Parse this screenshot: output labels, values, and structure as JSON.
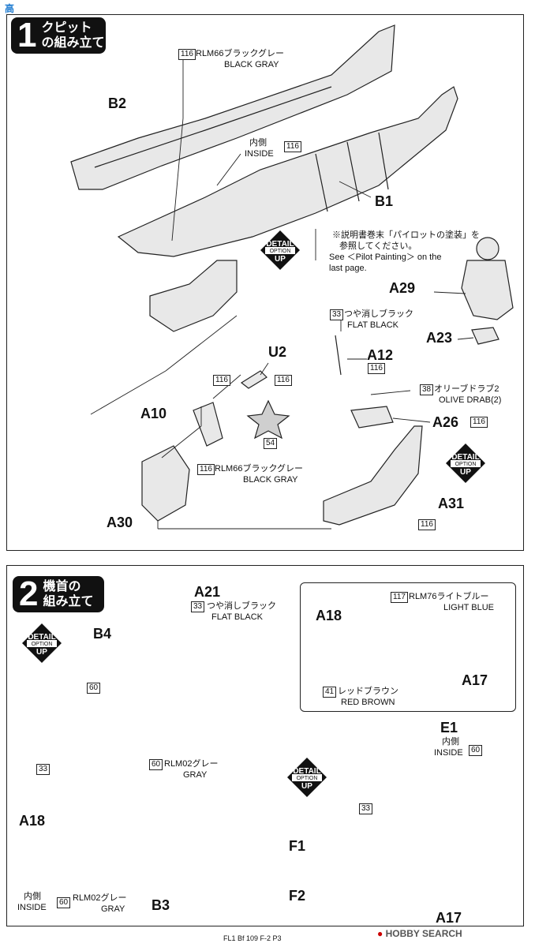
{
  "watermark_top": "高",
  "step1": {
    "number": "1",
    "title_line1": "クピット",
    "title_line2": "の組み立て",
    "parts": {
      "b2": "B2",
      "b1": "B1",
      "u2": "U2",
      "a10": "A10",
      "a30": "A30",
      "a29": "A29",
      "a23": "A23",
      "a12": "A12",
      "a26": "A26",
      "a31": "A31"
    },
    "codes": {
      "c116": "116",
      "c33": "33",
      "c38": "38",
      "c54": "54"
    },
    "rlm66_jp": "RLM66ブラックグレー",
    "black_gray": "BLACK GRAY",
    "inside_jp": "内側",
    "inside_en": "INSIDE",
    "pilot_note_jp1": "※説明書巻末「パイロットの塗装」を",
    "pilot_note_jp2": "参照してください。",
    "pilot_note_en1": "See ＜Pilot Painting＞ on the",
    "pilot_note_en2": "last page.",
    "flat_black_jp": "つや消しブラック",
    "flat_black_en": "FLAT BLACK",
    "olive_jp": "オリーブドラブ2",
    "olive_en": "OLIVE DRAB(2)"
  },
  "step2": {
    "number": "2",
    "title_line1": "機首の",
    "title_line2": "組み立て",
    "parts": {
      "a21": "A21",
      "b4": "B4",
      "a18": "A18",
      "a17": "A17",
      "e1": "E1",
      "f1": "F1",
      "f2": "F2",
      "b3": "B3"
    },
    "codes": {
      "c33": "33",
      "c60": "60",
      "c117": "117",
      "c41": "41"
    },
    "flat_black_jp": "つや消しブラック",
    "flat_black_en": "FLAT BLACK",
    "rlm02_jp": "RLM02グレー",
    "gray": "GRAY",
    "rlm76_jp": "RLM76ライトブルー",
    "light_blue": "LIGHT BLUE",
    "red_brown_jp": "レッドブラウン",
    "red_brown_en": "RED BROWN",
    "inside_jp": "内側",
    "inside_en": "INSIDE"
  },
  "detail": {
    "word1": "DETAIL",
    "word2": "OPTION",
    "word3": "UP"
  },
  "footer": "FL1 Bf 109 F-2 P3",
  "site_logo": "HOBBY SEARCH"
}
